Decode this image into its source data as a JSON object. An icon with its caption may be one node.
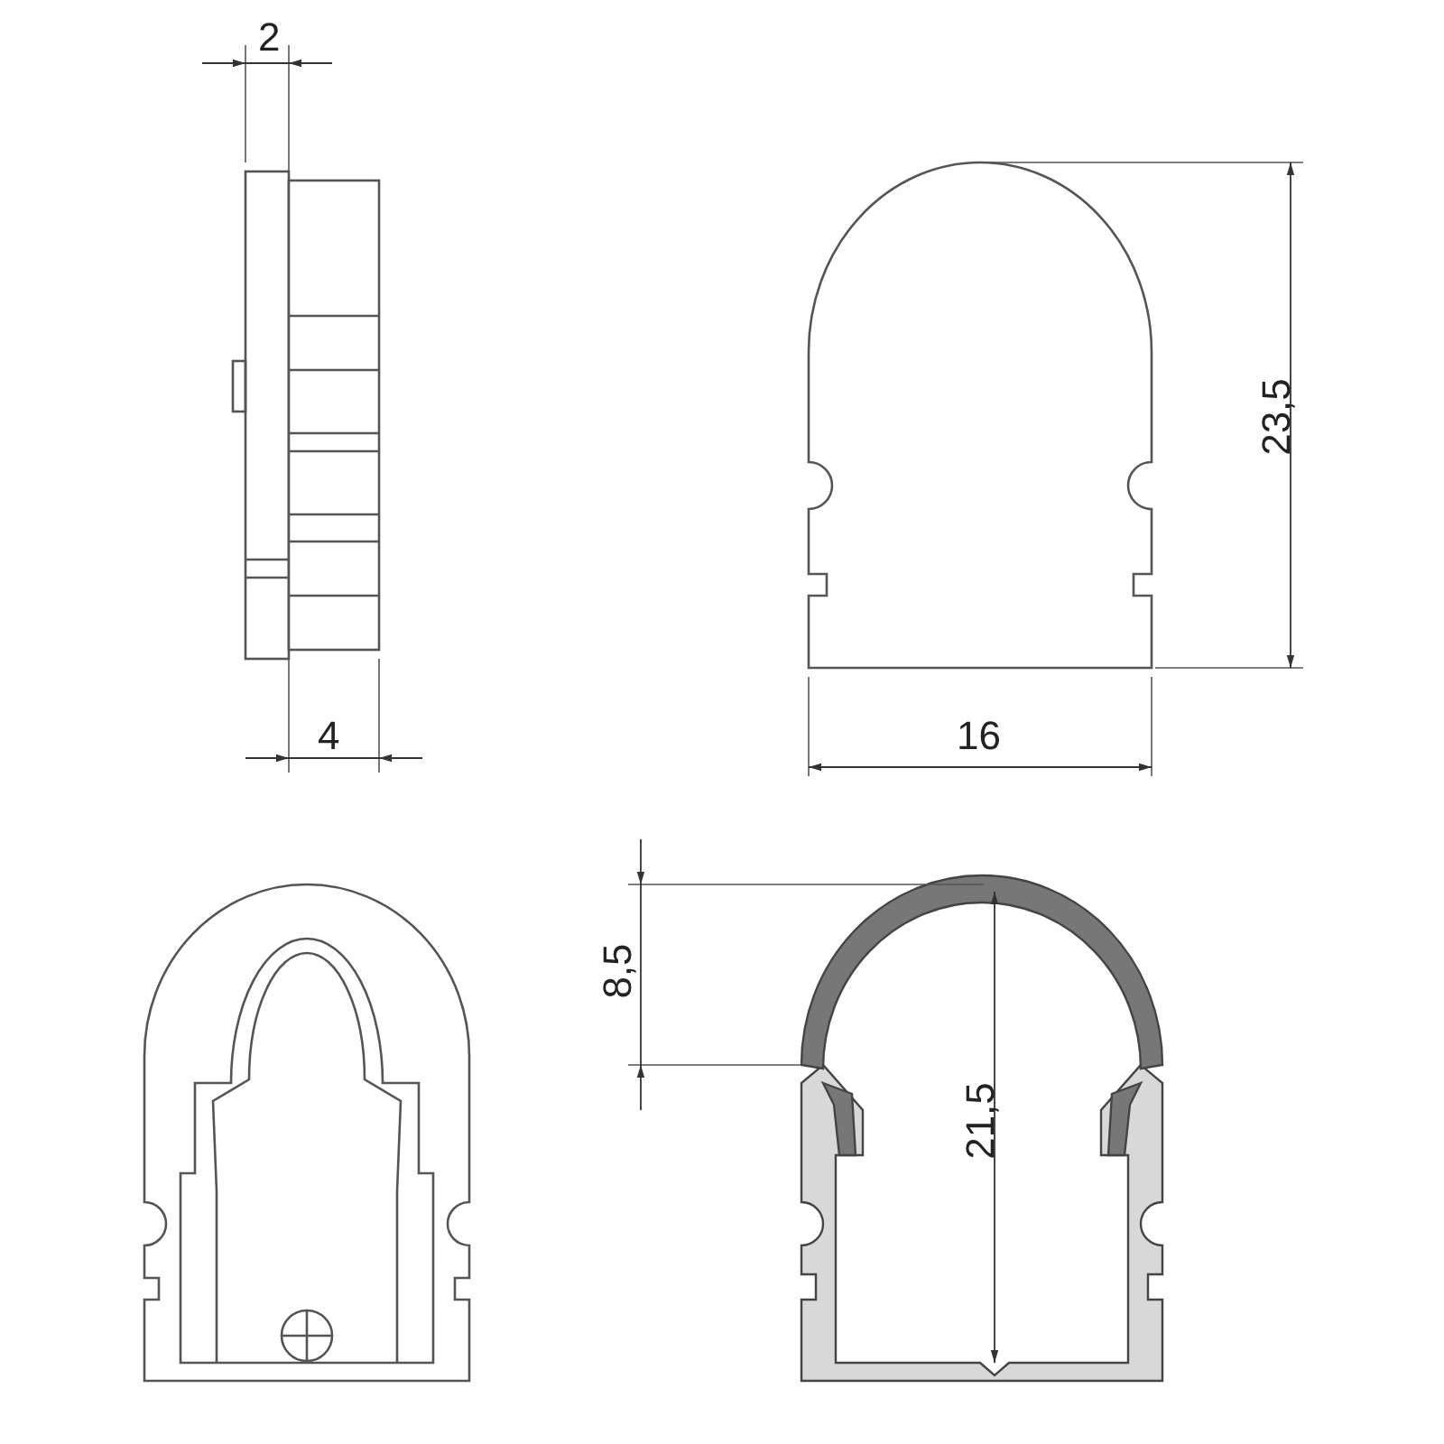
{
  "diagram": {
    "labels": [
      "2",
      "23,5",
      "4",
      "16",
      "8,5",
      "21,5"
    ]
  }
}
